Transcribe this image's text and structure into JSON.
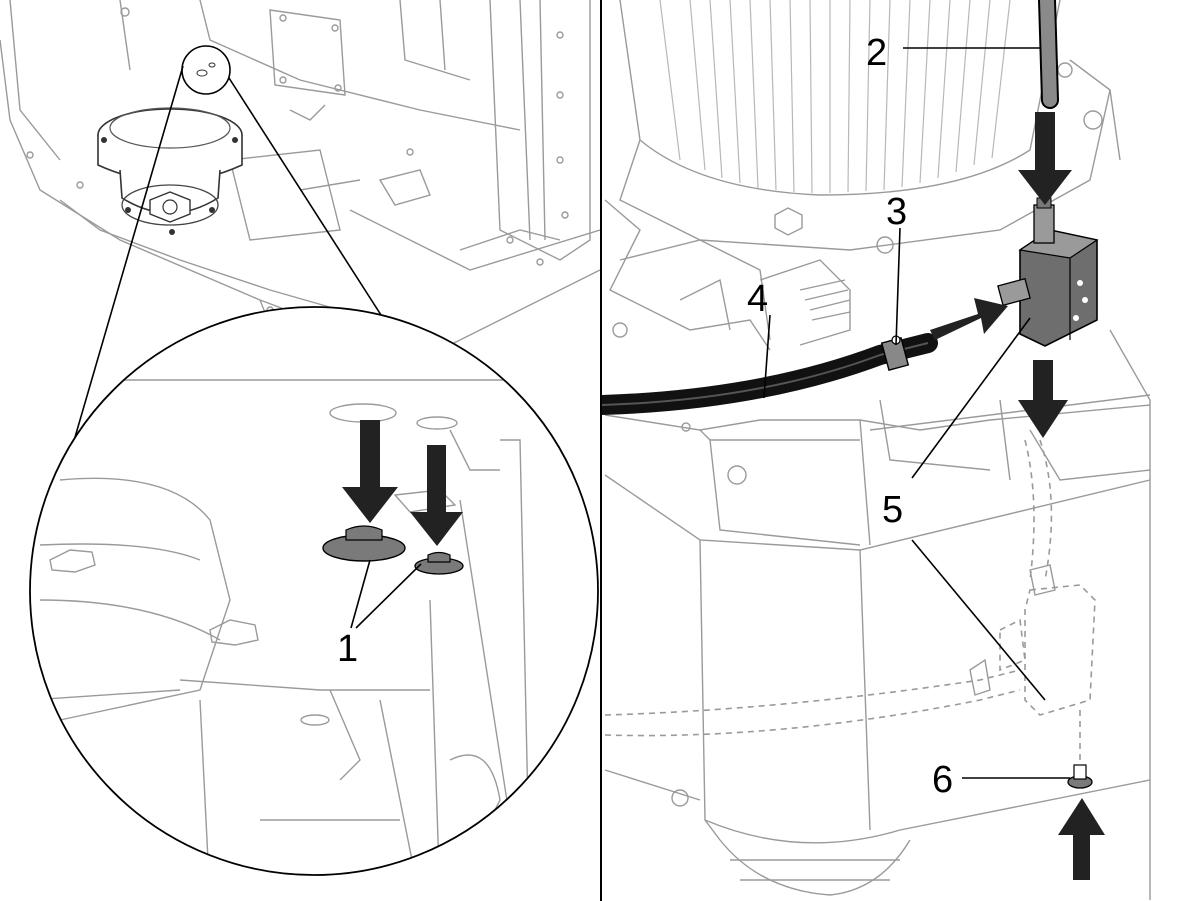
{
  "callouts": {
    "c1": "1",
    "c2": "2",
    "c3": "3",
    "c4": "4",
    "c5": "5",
    "c6": "6"
  },
  "colors": {
    "linework": "#9a9a9a",
    "arrow": "#222222",
    "part_fill": "#7a7a7a",
    "hose": "#111111",
    "background": "#ffffff"
  },
  "icons": {
    "down_arrow": "down-arrow-icon",
    "right_arrow": "right-arrow-icon",
    "up_arrow": "up-arrow-icon"
  }
}
